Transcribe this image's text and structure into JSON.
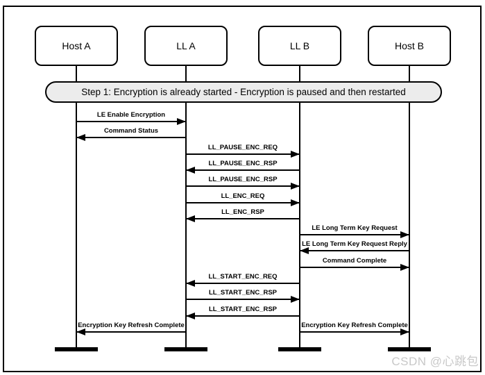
{
  "banner": {
    "text": "Step 1: Encryption is already started - Encryption is paused and then restarted"
  },
  "actors": [
    {
      "label": "Host A"
    },
    {
      "label": "LL A"
    },
    {
      "label": "LL B"
    },
    {
      "label": "Host B"
    }
  ],
  "messages": [
    {
      "label": "LE Enable Encryption",
      "from": 0,
      "to": 1,
      "row": 0
    },
    {
      "label": "Command Status",
      "from": 1,
      "to": 0,
      "row": 1
    },
    {
      "label": "LL_PAUSE_ENC_REQ",
      "from": 1,
      "to": 2,
      "row": 2
    },
    {
      "label": "LL_PAUSE_ENC_RSP",
      "from": 2,
      "to": 1,
      "row": 3
    },
    {
      "label": "LL_PAUSE_ENC_RSP",
      "from": 1,
      "to": 2,
      "row": 4
    },
    {
      "label": "LL_ENC_REQ",
      "from": 1,
      "to": 2,
      "row": 5
    },
    {
      "label": "LL_ENC_RSP",
      "from": 2,
      "to": 1,
      "row": 6
    },
    {
      "label": "LE Long Term Key Request",
      "from": 2,
      "to": 3,
      "row": 7
    },
    {
      "label": "LE Long Term Key Request Reply",
      "from": 3,
      "to": 2,
      "row": 8
    },
    {
      "label": "Command Complete",
      "from": 2,
      "to": 3,
      "row": 9
    },
    {
      "label": "LL_START_ENC_REQ",
      "from": 2,
      "to": 1,
      "row": 10
    },
    {
      "label": "LL_START_ENC_RSP",
      "from": 1,
      "to": 2,
      "row": 11
    },
    {
      "label": "LL_START_ENC_RSP",
      "from": 2,
      "to": 1,
      "row": 12
    },
    {
      "label": "Encryption Key Refresh Complete",
      "from": 1,
      "to": 0,
      "row": 13
    },
    {
      "label": "Encryption Key Refresh Complete",
      "from": 2,
      "to": 3,
      "row": 13
    }
  ],
  "watermark": {
    "text": "CSDN @心跳包"
  },
  "colors": {
    "line": "#000000",
    "banner_fill": "#ececec",
    "watermark": "#c8c8c8",
    "background": "#ffffff"
  }
}
